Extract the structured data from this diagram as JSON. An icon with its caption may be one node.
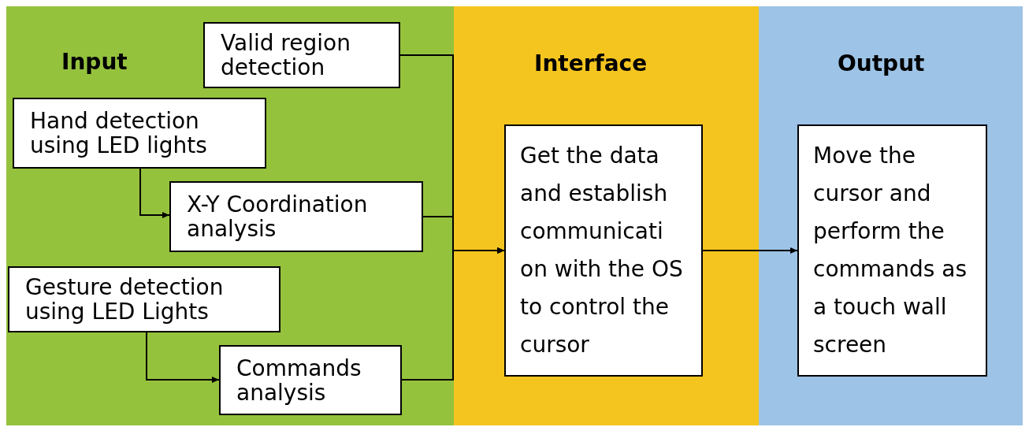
{
  "diagram": {
    "nodes": [
      {
        "text": [
          "Input"
        ]
      },
      {
        "text": [
          "Interface"
        ]
      },
      {
        "text": [
          "Output"
        ]
      },
      {
        "text": [
          "Valid region detection"
        ],
        "in": 0
      },
      {
        "text": [
          "Hand detection using LED lights"
        ],
        "in": 0
      },
      {
        "text": [
          "X-Y Coordination analysis"
        ],
        "in": 0
      },
      {
        "text": [
          "Gesture detection using LED Lights"
        ],
        "in": 0
      },
      {
        "text": [
          "Commands analysis"
        ],
        "in": 0
      },
      {
        "text": [
          "Get the data and establish communicati on with the OS to control the cursor"
        ],
        "in": 1
      },
      {
        "text": [
          "Move the cursor and perform the commands as a touch wall screen"
        ],
        "in": 2
      }
    ],
    "edges": [
      {
        "from": 4,
        "to": 5,
        "arrow": "to"
      },
      {
        "from": 6,
        "to": 7,
        "arrow": "to"
      },
      {
        "from": 3,
        "to": 8,
        "arrow": "to"
      },
      {
        "from": 5,
        "to": 8,
        "arrow": "to"
      },
      {
        "from": 7,
        "to": 8,
        "arrow": "to"
      },
      {
        "from": 8,
        "to": 9,
        "arrow": "to"
      }
    ]
  }
}
